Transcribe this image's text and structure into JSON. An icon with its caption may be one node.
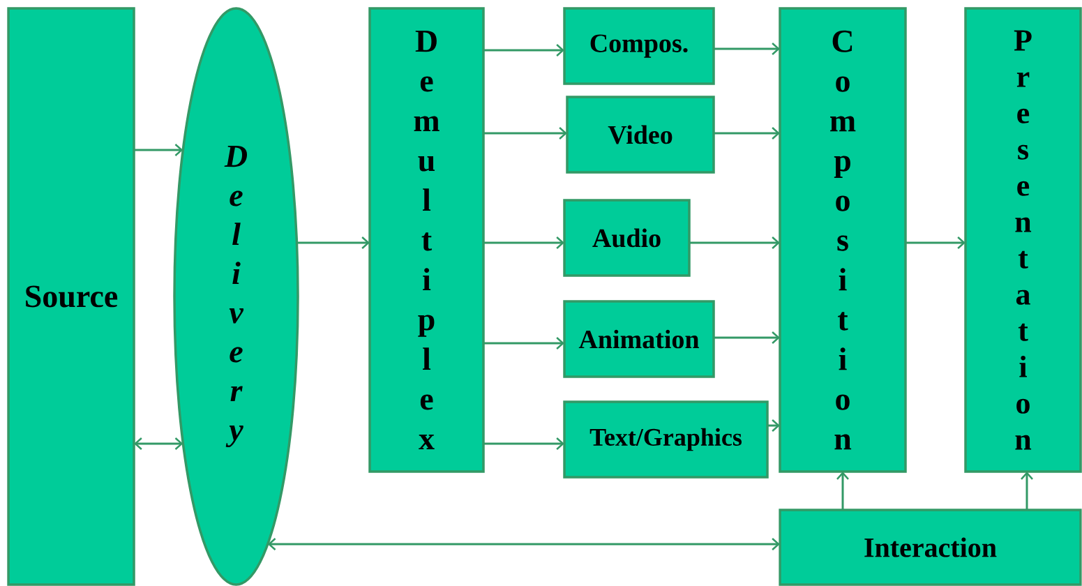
{
  "diagram": {
    "nodes": [
      {
        "text": [
          "Source"
        ]
      },
      {
        "text": [
          "Delivery"
        ]
      },
      {
        "text": [
          "Demultiplex"
        ]
      },
      {
        "text": [
          "Compos."
        ]
      },
      {
        "text": [
          "Video"
        ]
      },
      {
        "text": [
          "Audio"
        ]
      },
      {
        "text": [
          "Animation"
        ]
      },
      {
        "text": [
          "Text/Graphics"
        ]
      },
      {
        "text": [
          "Composition"
        ]
      },
      {
        "text": [
          "Presentation"
        ]
      },
      {
        "text": [
          "Interaction"
        ]
      }
    ],
    "edges": [
      {
        "from": 0,
        "to": 1,
        "arrow": "to"
      },
      {
        "from": 0,
        "to": 1,
        "arrow": "both"
      },
      {
        "from": 1,
        "to": 2,
        "arrow": "to"
      },
      {
        "from": 2,
        "to": 3,
        "arrow": "to"
      },
      {
        "from": 2,
        "to": 4,
        "arrow": "to"
      },
      {
        "from": 2,
        "to": 5,
        "arrow": "to"
      },
      {
        "from": 2,
        "to": 6,
        "arrow": "to"
      },
      {
        "from": 2,
        "to": 7,
        "arrow": "to"
      },
      {
        "from": 3,
        "to": 8,
        "arrow": "to"
      },
      {
        "from": 4,
        "to": 8,
        "arrow": "to"
      },
      {
        "from": 5,
        "to": 8,
        "arrow": "to"
      },
      {
        "from": 6,
        "to": 8,
        "arrow": "to"
      },
      {
        "from": 7,
        "to": 8,
        "arrow": "to"
      },
      {
        "from": 8,
        "to": 9,
        "arrow": "to"
      },
      {
        "from": 10,
        "to": 8,
        "arrow": "to"
      },
      {
        "from": 10,
        "to": 9,
        "arrow": "to"
      },
      {
        "from": 1,
        "to": 10,
        "arrow": "both"
      }
    ]
  }
}
